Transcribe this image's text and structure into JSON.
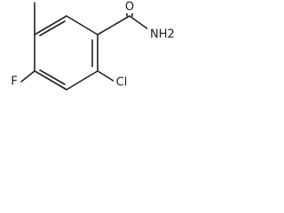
{
  "molecule": {
    "atoms": {
      "oxygen": "O",
      "amide_group": "NH2",
      "fluorine": "F",
      "chlorine": "Cl"
    }
  }
}
